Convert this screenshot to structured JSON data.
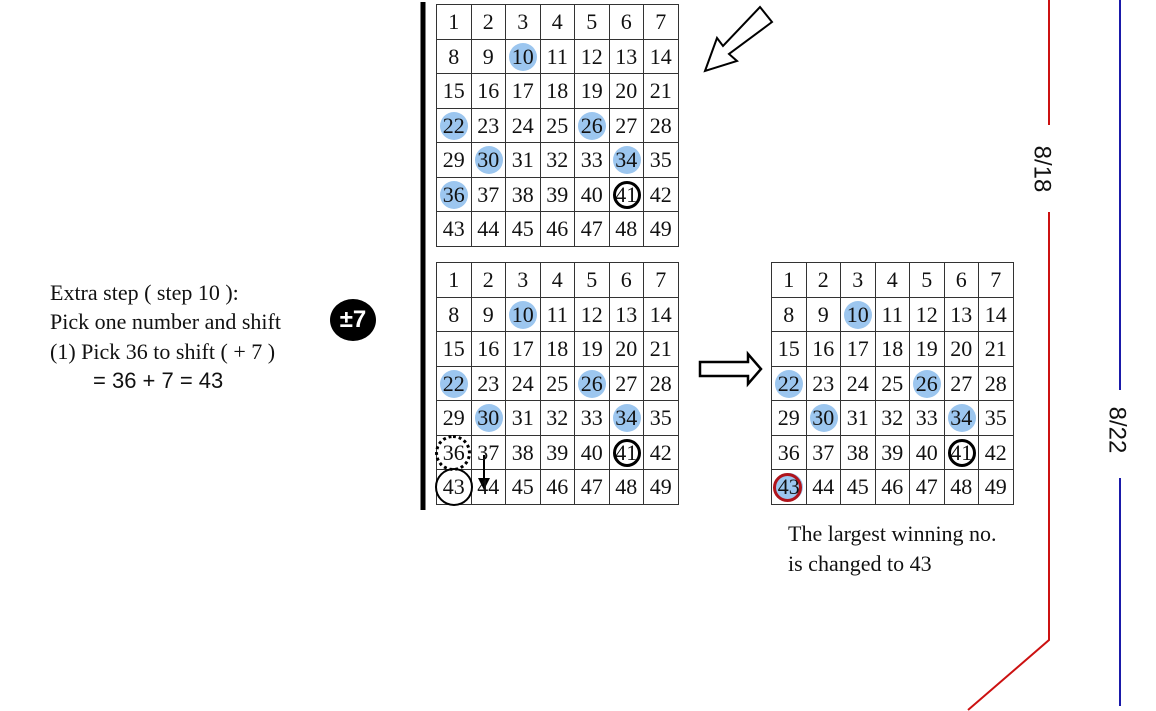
{
  "explanation": {
    "line1": "Extra step ( step 10 ):",
    "line2": "Pick one number and shift",
    "badge": "±7",
    "line3": "(1) Pick 36 to shift ( + 7 )",
    "line4": "= 36 + 7 = 43"
  },
  "result_caption": {
    "line1": "The largest winning no.",
    "line2": "is changed to 43"
  },
  "date_labels": {
    "first": "8/18",
    "second": "8/22"
  },
  "grids": [
    {
      "id": "top",
      "highlighted": [
        10,
        22,
        26,
        30,
        34,
        36
      ],
      "ringed": [
        41
      ],
      "dotted": [],
      "thin_ring": [],
      "red_ring": []
    },
    {
      "id": "middle",
      "highlighted": [
        10,
        22,
        26,
        30,
        34
      ],
      "ringed": [
        41
      ],
      "dotted": [
        36
      ],
      "thin_ring": [
        43
      ],
      "red_ring": []
    },
    {
      "id": "result",
      "highlighted": [
        10,
        22,
        26,
        30,
        34,
        43
      ],
      "ringed": [
        41
      ],
      "dotted": [],
      "thin_ring": [],
      "red_ring": [
        43
      ]
    }
  ],
  "colors": {
    "highlight": "#9cc6ef",
    "red_line": "#cc1111",
    "blue_line": "#1a1aaa",
    "red_ring": "#b0141c"
  }
}
